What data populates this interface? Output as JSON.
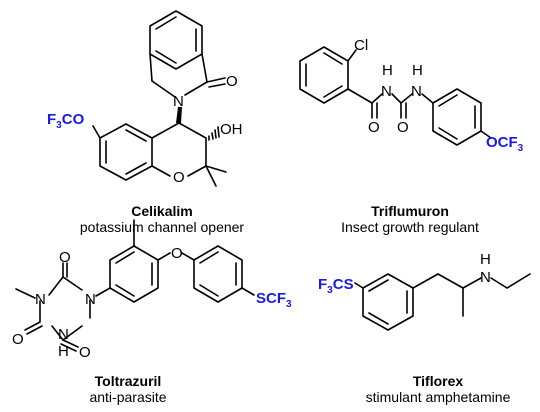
{
  "colors": {
    "bond": "#000000",
    "highlight": "#1a1ae6"
  },
  "compounds": [
    {
      "name": "Celikalim",
      "description": "potassium channel opener",
      "labels": {
        "ocf3": "F3CO",
        "n": "N",
        "o_carbonyl": "O",
        "oh": "OH",
        "o_ring": "O"
      }
    },
    {
      "name": "Triflumuron",
      "description": "Insect growth regulant",
      "labels": {
        "cl": "Cl",
        "nh1_n": "N",
        "nh1_h": "H",
        "nh2_n": "N",
        "nh2_h": "H",
        "o1": "O",
        "o2": "O",
        "ocf3": "OCF3"
      }
    },
    {
      "name": "Toltrazuril",
      "description": "anti-parasite",
      "labels": {
        "n1": "N",
        "n2": "N",
        "n3_n": "N",
        "n3_h": "H",
        "o_top": "O",
        "o_left": "O",
        "o_bottom": "O",
        "o_ether": "O",
        "scf3": "SCF3"
      }
    },
    {
      "name": "Tiflorex",
      "description": "stimulant amphetamine",
      "labels": {
        "scf3": "F3CS",
        "n": "N",
        "h": "H"
      }
    }
  ]
}
